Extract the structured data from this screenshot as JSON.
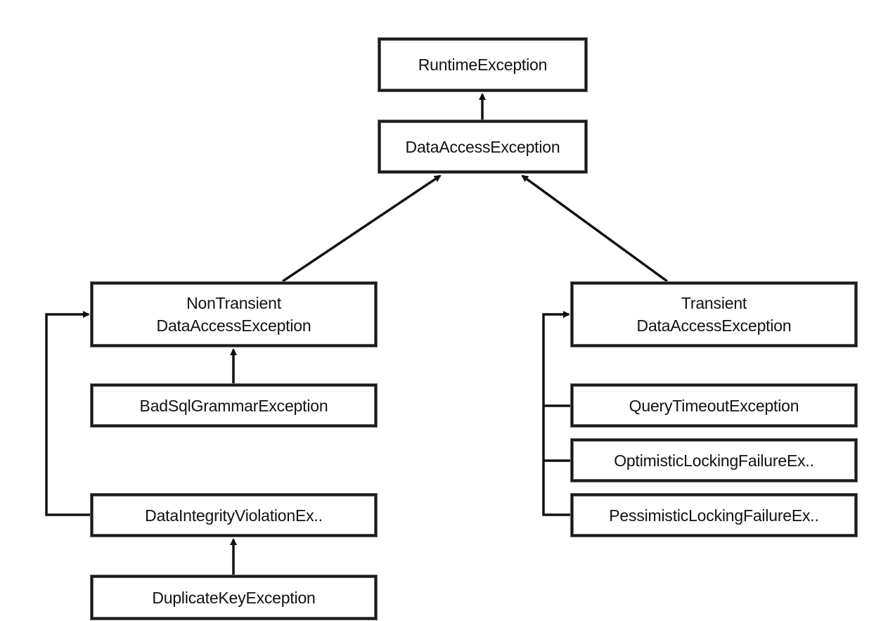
{
  "diagram": {
    "nodes": {
      "runtime": "RuntimeException",
      "data_access": "DataAccessException",
      "non_transient_line1": "NonTransient",
      "non_transient_line2": "DataAccessException",
      "transient_line1": "Transient",
      "transient_line2": "DataAccessException",
      "bad_sql": "BadSqlGrammarException",
      "data_integrity": "DataIntegrityViolationEx..",
      "duplicate_key": "DuplicateKeyException",
      "query_timeout": "QueryTimeoutException",
      "optimistic": "OptimisticLockingFailureEx..",
      "pessimistic": "PessimisticLockingFailureEx.."
    },
    "edges": [
      {
        "from": "DataAccessException",
        "to": "RuntimeException"
      },
      {
        "from": "NonTransient DataAccessException",
        "to": "DataAccessException"
      },
      {
        "from": "Transient DataAccessException",
        "to": "DataAccessException"
      },
      {
        "from": "BadSqlGrammarException",
        "to": "NonTransient DataAccessException"
      },
      {
        "from": "DataIntegrityViolationEx..",
        "to": "NonTransient DataAccessException"
      },
      {
        "from": "DuplicateKeyException",
        "to": "DataIntegrityViolationEx.."
      },
      {
        "from": "QueryTimeoutException",
        "to": "Transient DataAccessException"
      },
      {
        "from": "OptimisticLockingFailureEx..",
        "to": "Transient DataAccessException"
      },
      {
        "from": "PessimisticLockingFailureEx..",
        "to": "Transient DataAccessException"
      }
    ],
    "colors": {
      "background": "#ffffff",
      "stroke": "#111111",
      "text": "#111111"
    }
  }
}
